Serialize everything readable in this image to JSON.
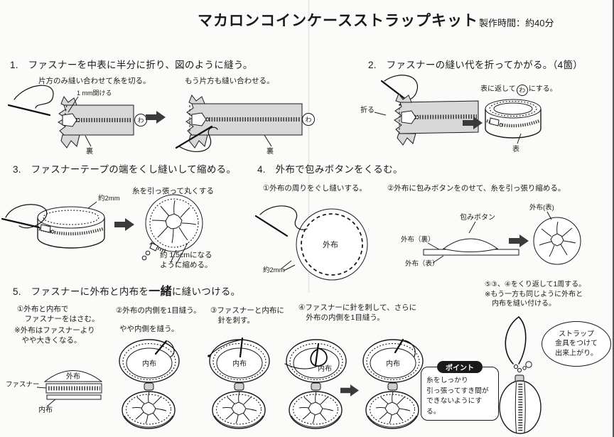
{
  "header": {
    "title": "マカロンコインケースストラップキット",
    "time": "製作時間：約40分"
  },
  "s1": {
    "heading": "1.　ファスナーを中表に半分に折り、図のように縫う。",
    "caption_left": "片方のみ縫い合わせて糸を切る。",
    "caption_right": "もう片方も縫い合わせる。",
    "label_open": "1 mm開ける",
    "label_back": "裏",
    "label_wa": "わ"
  },
  "s2": {
    "heading": "2.　ファスナーの縫い代を折ってかがる。（4箇）",
    "label_fold": "折る",
    "caption_pre": "表に返して",
    "caption_wa": "わ",
    "caption_post": "にする。",
    "label_front": "表"
  },
  "s3": {
    "heading": "3.　ファスナーテープの端をくし縫いして縮める。",
    "label_2mm": "約2mm",
    "caption": "糸を引っ張って丸くする",
    "label_shrink": "約 1.5cmになる\nように縮める。"
  },
  "s4": {
    "heading": "4.　外布で包みボタンをくるむ。",
    "sub1": "①外布の周りをぐし縫いする。",
    "sub2": "②外布に包みボタンをのせて、糸を引っ張り縮める。",
    "label_outer": "外布",
    "label_2mm": "約2mm",
    "label_button": "包みボタン",
    "label_outer_back": "外布（裏）",
    "label_outer_front": "外布（表）",
    "label_result": "外布(表)"
  },
  "s5": {
    "heading_pre": "5.　ファスナーに外布と内布を",
    "heading_bold": "一緒",
    "heading_post": "に縫いつける。",
    "sub1": "①外布と内布で\n　ファスナーをはさむ。",
    "sub1_note": "※外布はファスナーより\n　やや大きくなる。",
    "sub2": "②外布の内側を1目縫う。",
    "sub2_note": "やや内側を縫う。",
    "sub3": "③ファスナーと内布に\n　針を刺す。",
    "sub4": "④ファスナーに針を刺して、さらに\n　外布の内側を1目縫う。",
    "note5": "⑤③、④をくり返して1周する。\n※もう一方も同じように外布と\n　内布を縫い付ける。",
    "label_fastener": "ファスナー",
    "label_outer": "外布",
    "label_inner": "内布",
    "point_title": "ポイント",
    "point_body": "糸をしっかり\n引っ張ってすき間が\nできないようにする。",
    "bubble": "ストラップ\n金具をつけて\n出来上がり。"
  }
}
